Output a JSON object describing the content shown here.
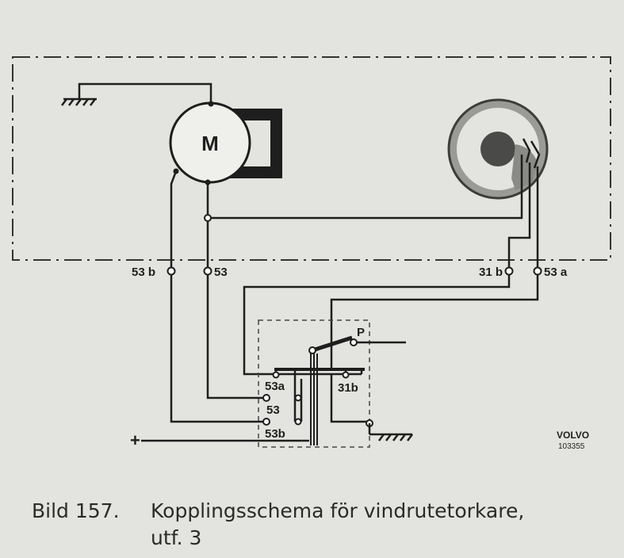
{
  "diagram": {
    "motor_label": "M",
    "terminals": {
      "t53b": "53 b",
      "t53": "53",
      "t31b": "31 b",
      "t53a": "53 a"
    },
    "switch": {
      "park_label": "P",
      "t53a": "53a",
      "t53": "53",
      "t53b": "53b",
      "t31b": "31b"
    },
    "plus_label": "+",
    "brand": "VOLVO",
    "drawing_number": "103355"
  },
  "caption": {
    "number": "Bild 157.",
    "title": "Kopplingsschema för vindrutetorkare,",
    "line2": "utf. 3"
  },
  "colors": {
    "ink": "#1e1e1e",
    "paper": "#e3e3df"
  }
}
